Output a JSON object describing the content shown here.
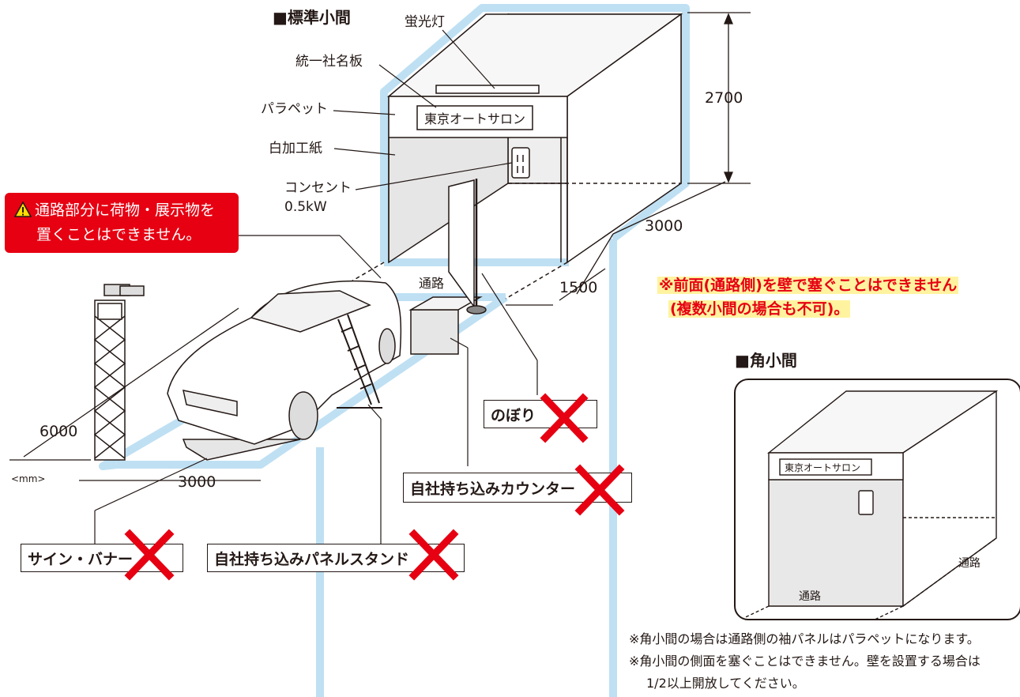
{
  "standard_booth": {
    "title": "■標準小間",
    "fluorescent_light": "蛍光灯",
    "unified_nameplate": "統一社名板",
    "parapet": "パラペット",
    "nameplate_text": "東京オートサロン",
    "white_paper": "白加工紙",
    "outlet": "コンセント",
    "outlet_power": "0.5kW",
    "aisle": "通路",
    "dim_height": "2700",
    "dim_depth": "3000",
    "dim_aisle": "1500",
    "dim_length": "6000",
    "dim_width": "3000",
    "unit": "<mm>"
  },
  "warning": {
    "line1": "通路部分に荷物・展示物を",
    "line2": "置くことはできません。",
    "icon": "warning-triangle-icon"
  },
  "prohibited_items": [
    {
      "label": "のぼり"
    },
    {
      "label": "自社持ち込みカウンター"
    },
    {
      "label": "サイン・バナー"
    },
    {
      "label": "自社持ち込みパネルスタンド"
    }
  ],
  "front_note": {
    "line1": "※前面(通路側)を壁で塞ぐことはできません",
    "line2": "(複数小間の場合も不可)。"
  },
  "corner_booth": {
    "title": "■角小間",
    "nameplate_text": "東京オートサロン",
    "aisle_side": "通路",
    "aisle_front": "通路"
  },
  "footnotes": {
    "line1": "※角小間の場合は通路側の袖パネルはパラペットになります。",
    "line2": "※角小間の側面を塞ぐことはできません。壁を設置する場合は",
    "line3": "1/2以上開放してください。"
  },
  "colors": {
    "outline_blue": "#bfe0f3",
    "prohibit_red": "#e60012",
    "highlight_yellow": "#fff3a0"
  }
}
